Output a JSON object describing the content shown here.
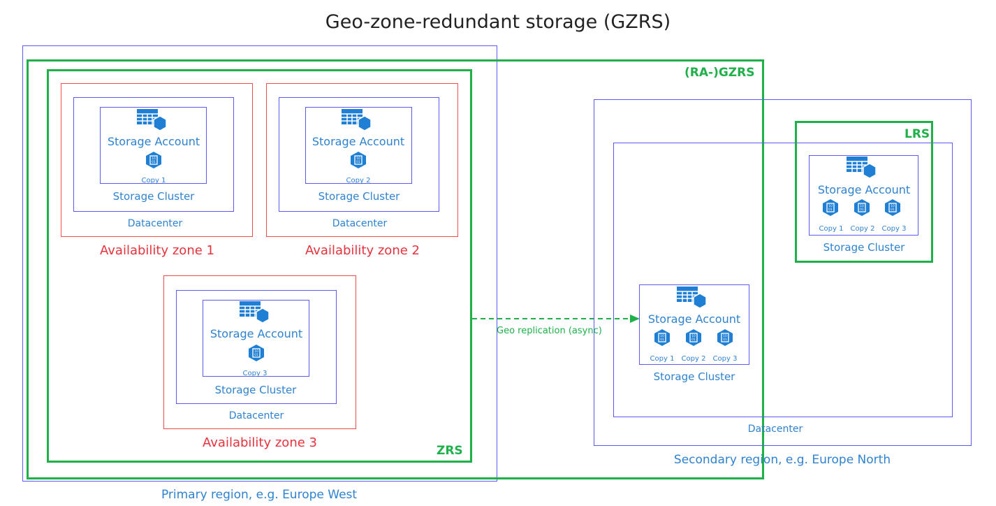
{
  "title": "Geo-zone-redundant storage (GZRS)",
  "labels": {
    "ragzrs": "(RA-)GZRS",
    "zrs": "ZRS",
    "lrs": "LRS",
    "geo_replication": "Geo replication (async)",
    "primary_region": "Primary region, e.g. Europe West",
    "secondary_region": "Secondary region, e.g. Europe North",
    "secondary_datacenter": "Datacenter"
  },
  "zones": [
    {
      "zone": "Availability zone 1",
      "account": "Storage Account",
      "copy": "Copy 1",
      "cluster": "Storage Cluster",
      "datacenter": "Datacenter"
    },
    {
      "zone": "Availability zone 2",
      "account": "Storage Account",
      "copy": "Copy 2",
      "cluster": "Storage Cluster",
      "datacenter": "Datacenter"
    },
    {
      "zone": "Availability zone 3",
      "account": "Storage Account",
      "copy": "Copy 3",
      "cluster": "Storage Cluster",
      "datacenter": "Datacenter"
    }
  ],
  "secondary_cluster": {
    "account": "Storage Account",
    "copies": [
      "Copy 1",
      "Copy 2",
      "Copy 3"
    ],
    "cluster": "Storage Cluster"
  },
  "lrs_cluster": {
    "account": "Storage Account",
    "copies": [
      "Copy 1",
      "Copy 2",
      "Copy 3"
    ],
    "cluster": "Storage Cluster"
  },
  "colors": {
    "region_border": "#5b5bf0",
    "redundancy_border": "#1fb04a",
    "zone_border": "#f04a4a",
    "icon_fill": "#1e7fd4"
  }
}
